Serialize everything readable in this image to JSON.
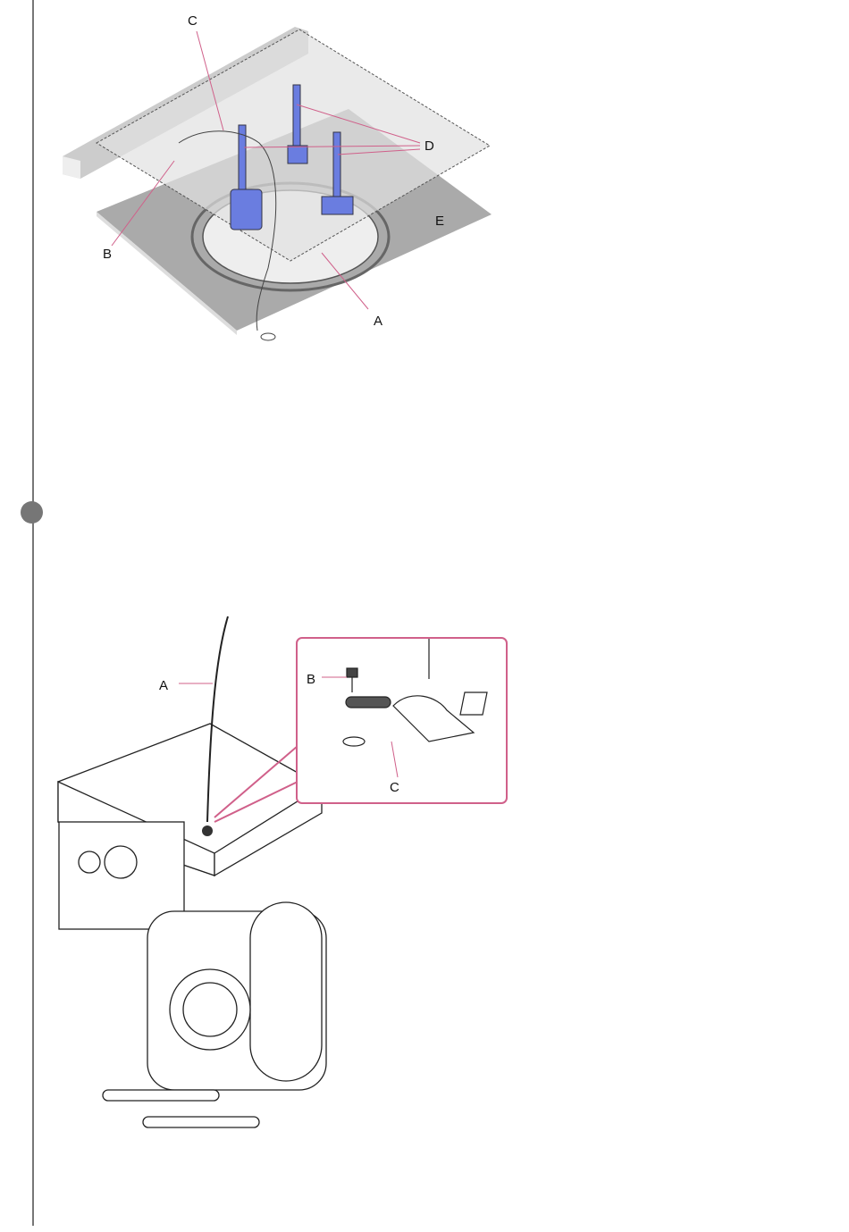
{
  "figure1": {
    "callouts": {
      "a": "A",
      "b": "B",
      "c": "C",
      "d": "D",
      "e": "E"
    }
  },
  "figure2": {
    "callouts": {
      "a": "A",
      "b": "B",
      "c": "C"
    }
  },
  "colors": {
    "callout_line": "#d0608a",
    "highlight_blue": "#6a7de0",
    "timeline": "#767676"
  }
}
